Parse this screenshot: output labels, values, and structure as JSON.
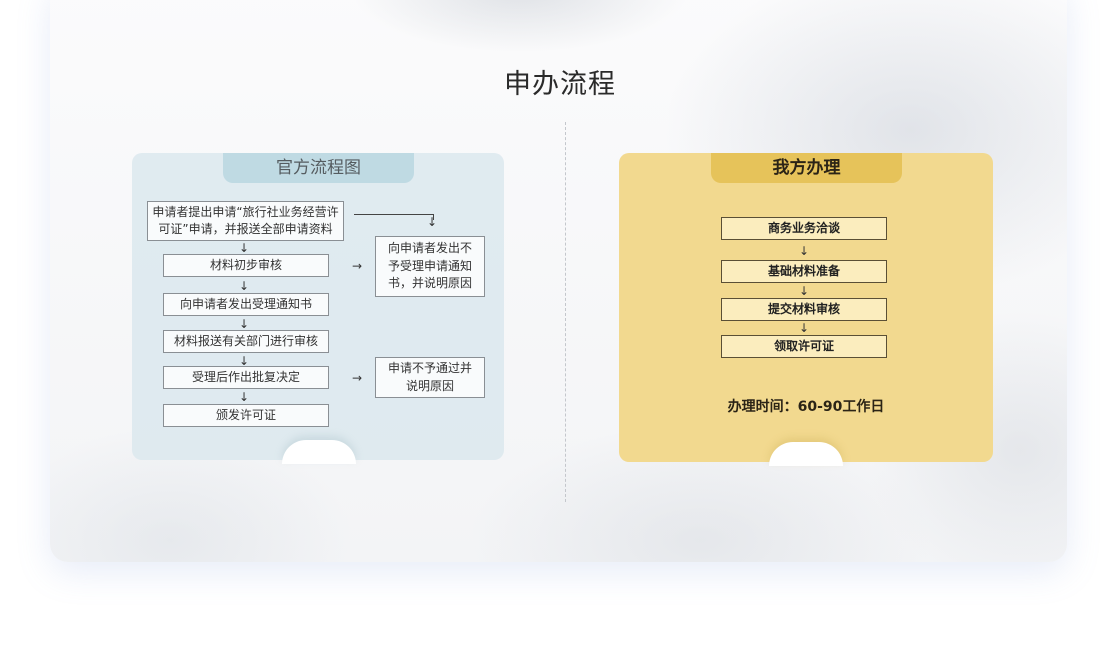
{
  "page": {
    "title": "申办流程"
  },
  "official": {
    "tab_title": "官方流程图",
    "steps": [
      "申请者提出申请“旅行社业务经营许可证”申请，并报送全部申请资料",
      "材料初步审核",
      "向申请者发出受理通知书",
      "材料报送有关部门进行审核",
      "受理后作出批复决定",
      "颁发许可证"
    ],
    "rejections": [
      "向申请者发出不予受理申请通知书，并说明原因",
      "申请不予通过并说明原因"
    ],
    "arrow_down": "↓",
    "arrow_right": "→"
  },
  "ours": {
    "tab_title": "我方办理",
    "steps": [
      "商务业务洽谈",
      "基础材料准备",
      "提交材料审核",
      "领取许可证"
    ],
    "hours": "办理时间：60-90工作日",
    "arrow_down": "↓"
  },
  "colors": {
    "official_panel": "#dce8ee",
    "official_tab": "#bfdae3",
    "ours_panel": "#f2d98f",
    "ours_tab": "#e6c35a"
  }
}
